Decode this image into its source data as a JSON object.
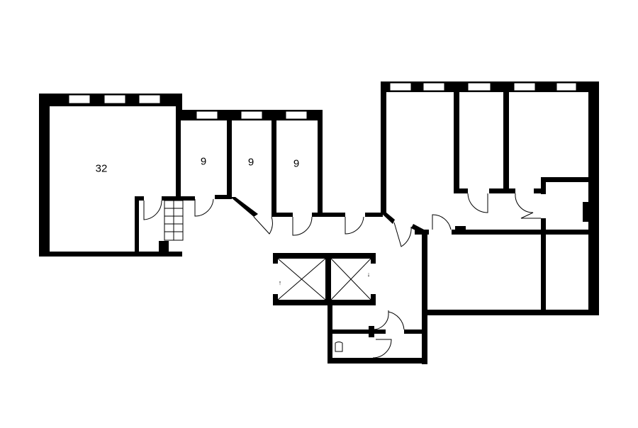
{
  "floor_plan": {
    "wall_color": "#000000",
    "background_color": "#ffffff",
    "rooms": [
      {
        "label": "32"
      },
      {
        "label": "9"
      },
      {
        "label": "9"
      },
      {
        "label": "9"
      }
    ],
    "elevator_arrows": [
      "↑",
      "↓"
    ]
  }
}
